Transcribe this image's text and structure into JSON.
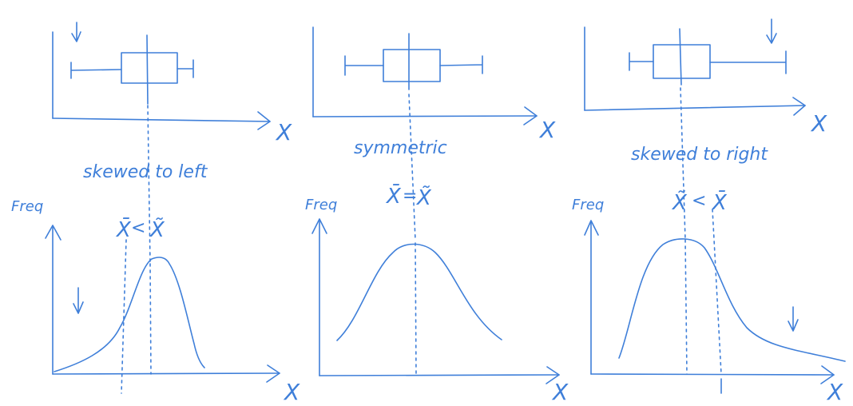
{
  "ink_color": "#3f7fd9",
  "axis_variable": "X",
  "freq_label": "Freq",
  "panels": [
    {
      "id": "left",
      "caption": "skewed to left",
      "mean_symbol": "X̄",
      "relation": "<",
      "median_symbol": "X̃",
      "tail_direction": "left"
    },
    {
      "id": "center",
      "caption": "symmetric",
      "mean_symbol": "X̄",
      "relation": "=",
      "median_symbol": "X̃",
      "tail_direction": "none"
    },
    {
      "id": "right",
      "caption": "skewed to right",
      "mean_symbol": "X̃",
      "relation": "<",
      "median_symbol": "X̄",
      "tail_direction": "right"
    }
  ]
}
